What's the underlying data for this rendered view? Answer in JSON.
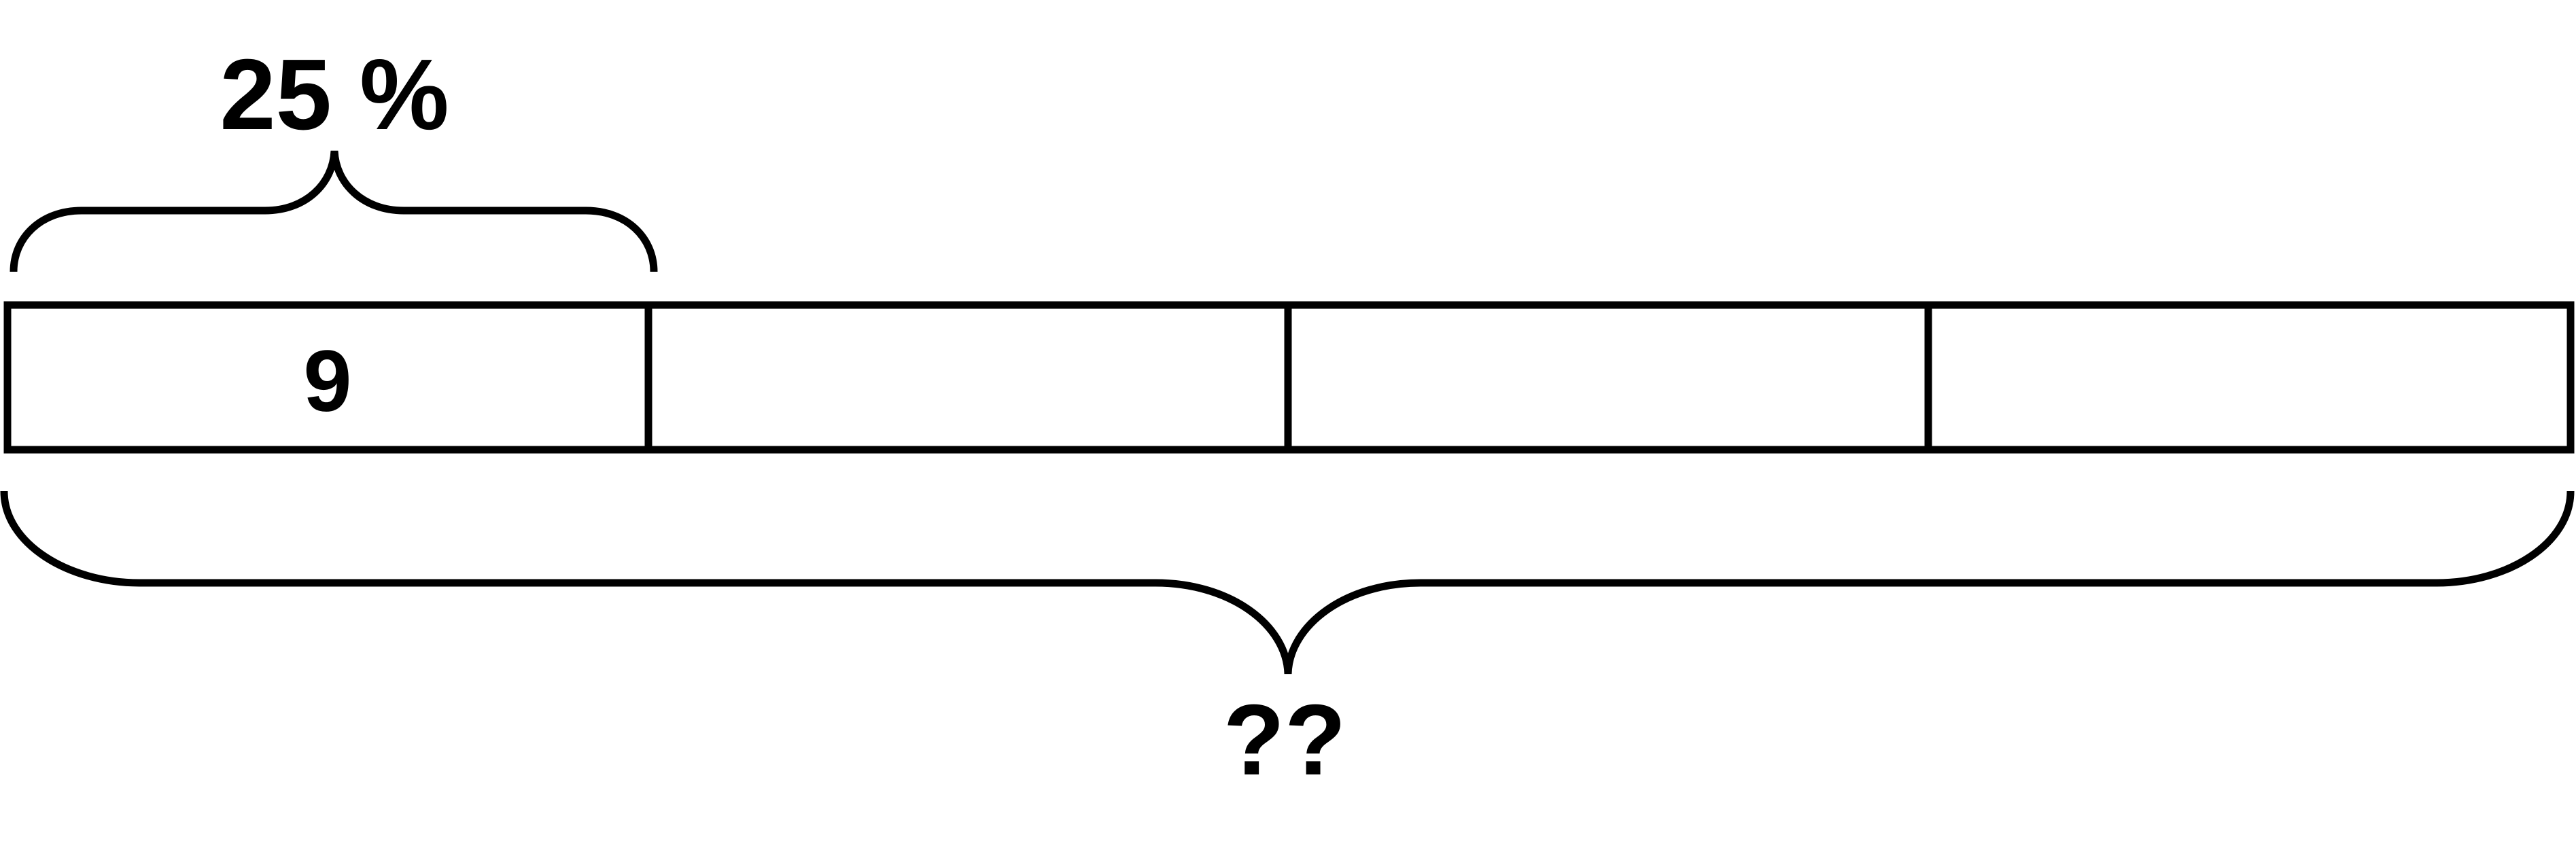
{
  "diagram": {
    "type": "tape-diagram",
    "segment_count": 4,
    "top_label": "25 %",
    "segment_values": [
      "9",
      "",
      "",
      ""
    ],
    "bottom_label": "??"
  }
}
